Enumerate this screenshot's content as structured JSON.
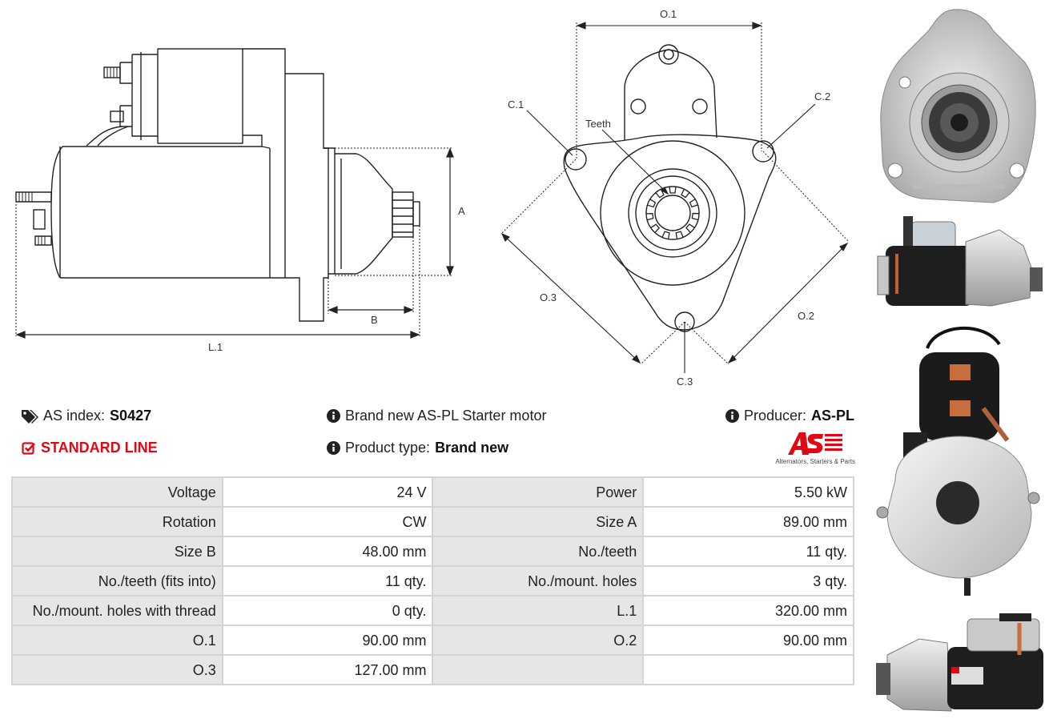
{
  "diagram": {
    "side_labels": {
      "a": "A",
      "b": "B",
      "l1": "L.1"
    },
    "front_labels": {
      "o1": "O.1",
      "o2": "O.2",
      "o3": "O.3",
      "c1": "C.1",
      "c2": "C.2",
      "c3": "C.3",
      "teeth": "Teeth"
    }
  },
  "info": {
    "as_index_label": "AS index:",
    "as_index_value": "S0427",
    "line_label": "STANDARD LINE",
    "description": "Brand new AS-PL Starter motor",
    "product_type_label": "Product type:",
    "product_type_value": "Brand new",
    "producer_label": "Producer:",
    "producer_value": "AS-PL"
  },
  "logo": {
    "tagline": "Alternators, Starters & Parts",
    "brand_color": "#e30613"
  },
  "specs": [
    [
      {
        "label": "Voltage",
        "value": "24 V"
      },
      {
        "label": "Power",
        "value": "5.50 kW"
      }
    ],
    [
      {
        "label": "Rotation",
        "value": "CW"
      },
      {
        "label": "Size A",
        "value": "89.00 mm"
      }
    ],
    [
      {
        "label": "Size B",
        "value": "48.00 mm"
      },
      {
        "label": "No./teeth",
        "value": "11 qty."
      }
    ],
    [
      {
        "label": "No./teeth (fits into)",
        "value": "11 qty."
      },
      {
        "label": "No./mount. holes",
        "value": "3 qty."
      }
    ],
    [
      {
        "label": "No./mount. holes with thread",
        "value": "0 qty."
      },
      {
        "label": "L.1",
        "value": "320.00 mm"
      }
    ],
    [
      {
        "label": "O.1",
        "value": "90.00 mm"
      },
      {
        "label": "O.2",
        "value": "90.00 mm"
      }
    ],
    [
      {
        "label": "O.3",
        "value": "127.00 mm"
      },
      {
        "label": "",
        "value": ""
      }
    ]
  ],
  "icons": [
    "tags-icon",
    "check-square-icon",
    "info-circle-icon"
  ]
}
